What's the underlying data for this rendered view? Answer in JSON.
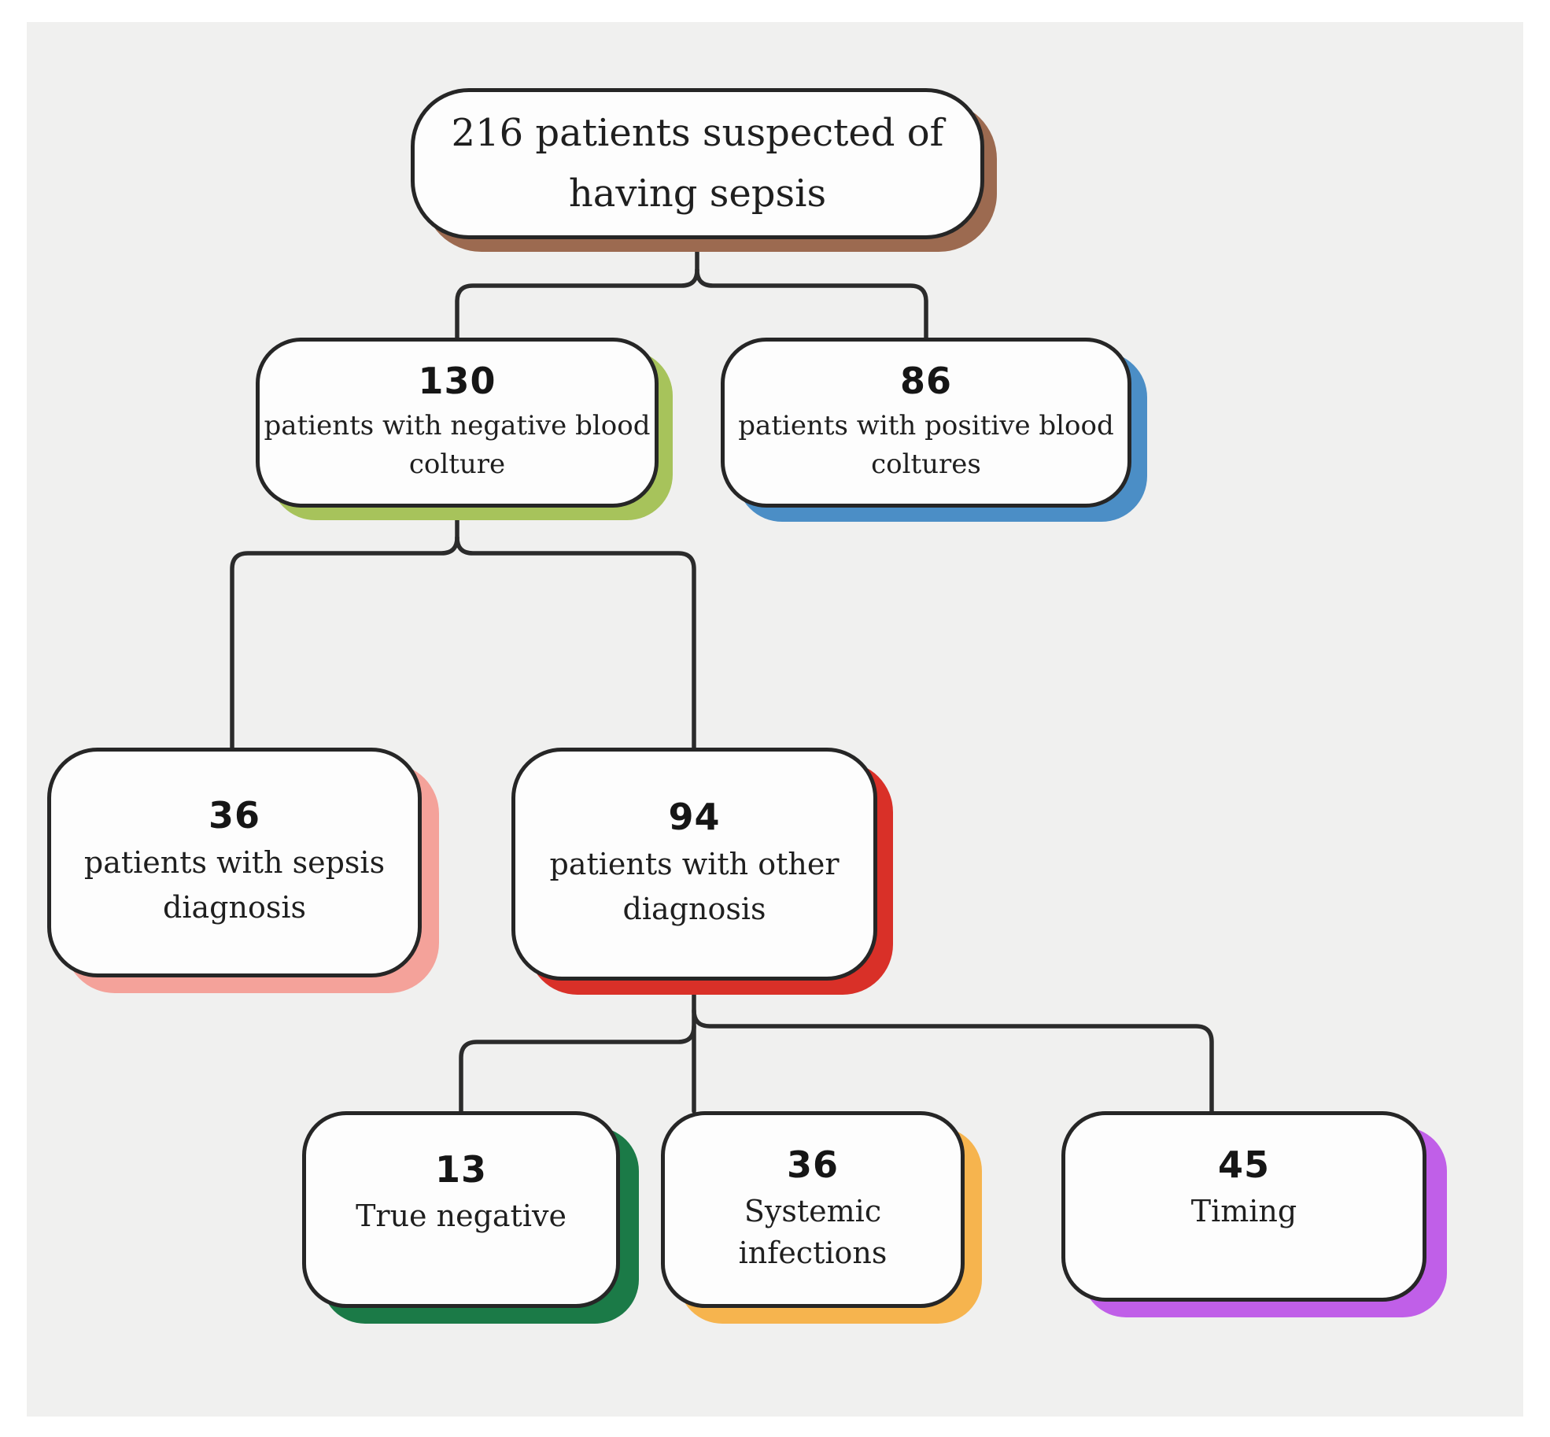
{
  "figure": {
    "type": "flowchart",
    "background_color": "#f0f0ef",
    "box_fill": "#fdfdfd",
    "box_border_color": "#262626",
    "line_color": "#2b2b2b"
  },
  "nodes": {
    "root": {
      "lines": [
        "216 patients suspected of",
        "having sepsis"
      ],
      "shadow": "#9c6a50"
    },
    "neg": {
      "number": "130",
      "lines": [
        "patients with negative blood",
        "colture"
      ],
      "shadow": "#a7c35b"
    },
    "pos": {
      "number": "86",
      "lines": [
        "patients with positive blood",
        "coltures"
      ],
      "shadow": "#4b8ec6"
    },
    "sepsis": {
      "number": "36",
      "lines": [
        "patients with sepsis",
        "diagnosis"
      ],
      "shadow": "#f4a29a"
    },
    "other": {
      "number": "94",
      "lines": [
        "patients with other",
        "diagnosis"
      ],
      "shadow": "#d93028"
    },
    "truneg": {
      "number": "13",
      "lines": [
        "True negative"
      ],
      "shadow": "#1b7a47"
    },
    "sysinf": {
      "number": "36",
      "lines": [
        "Systemic",
        "infections"
      ],
      "shadow": "#f6b44e"
    },
    "timing": {
      "number": "45",
      "lines": [
        "Timing"
      ],
      "shadow": "#c05fe8"
    }
  }
}
